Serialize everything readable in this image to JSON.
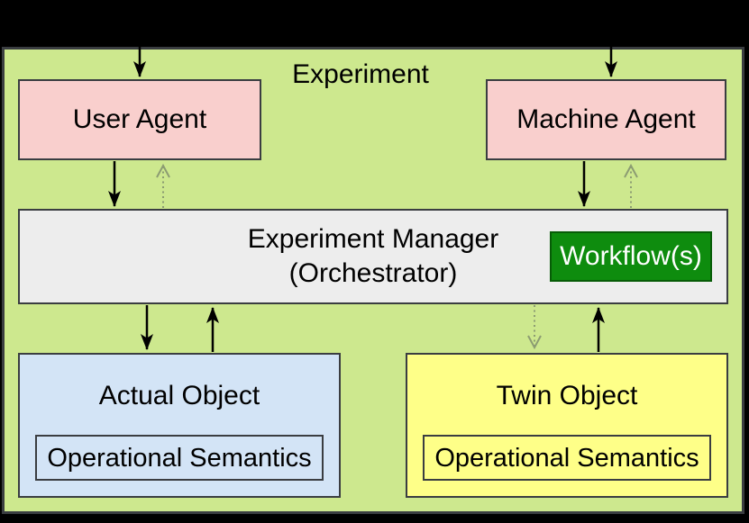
{
  "title": "Experiment",
  "nodes": {
    "user_agent": {
      "label": "User Agent"
    },
    "machine_agent": {
      "label": "Machine Agent"
    },
    "manager": {
      "label_line1": "Experiment Manager",
      "label_line2": "(Orchestrator)"
    },
    "workflow": {
      "label": "Workflow(s)"
    },
    "actual_object": {
      "label": "Actual Object",
      "sub_label": "Operational Semantics"
    },
    "twin_object": {
      "label": "Twin Object",
      "sub_label": "Operational Semantics"
    }
  },
  "edges": [
    {
      "name": "external-to-user-agent",
      "style": "solid",
      "direction": "down"
    },
    {
      "name": "external-to-machine-agent",
      "style": "solid",
      "direction": "down"
    },
    {
      "name": "user-agent-to-manager",
      "style": "solid",
      "direction": "down"
    },
    {
      "name": "manager-to-user-agent",
      "style": "dotted",
      "direction": "up"
    },
    {
      "name": "machine-agent-to-manager",
      "style": "solid",
      "direction": "down"
    },
    {
      "name": "manager-to-machine-agent",
      "style": "dotted",
      "direction": "up"
    },
    {
      "name": "manager-to-actual-object",
      "style": "solid",
      "direction": "down"
    },
    {
      "name": "actual-object-to-manager",
      "style": "solid",
      "direction": "up"
    },
    {
      "name": "manager-to-twin-object",
      "style": "dotted",
      "direction": "down"
    },
    {
      "name": "twin-object-to-manager",
      "style": "solid",
      "direction": "up"
    }
  ],
  "colors": {
    "page_bg": "#000000",
    "container_fill": "#cde88e",
    "box_border": "#3a3d41",
    "label_color": "#000000",
    "agent_fill": "#f9cfcd",
    "manager_fill": "#ededed",
    "workflow_fill": "#0e8c0e",
    "workflow_border": "#075c07",
    "workflow_text": "#ffffff",
    "actual_fill": "#d3e4f6",
    "twin_fill": "#feff88",
    "solid_arrow": "#000000",
    "dotted_arrow": "#8c9c72"
  }
}
